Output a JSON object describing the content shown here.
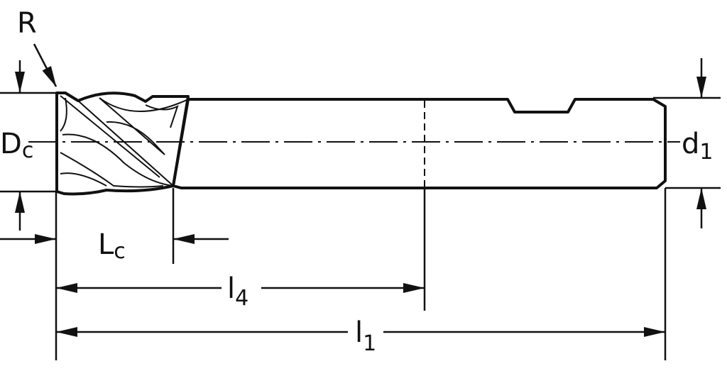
{
  "title": "End mill dimension drawing",
  "labels": {
    "R": {
      "main": "R"
    },
    "Dc": {
      "main": "D",
      "sub": "c"
    },
    "d1": {
      "main": "d",
      "sub": "1"
    },
    "Lc": {
      "main": "L",
      "sub": "c"
    },
    "l4": {
      "main": "l",
      "sub": "4"
    },
    "l1": {
      "main": "l",
      "sub": "1"
    }
  },
  "colors": {
    "body_fill": "#cccccc",
    "line": "#111111"
  }
}
